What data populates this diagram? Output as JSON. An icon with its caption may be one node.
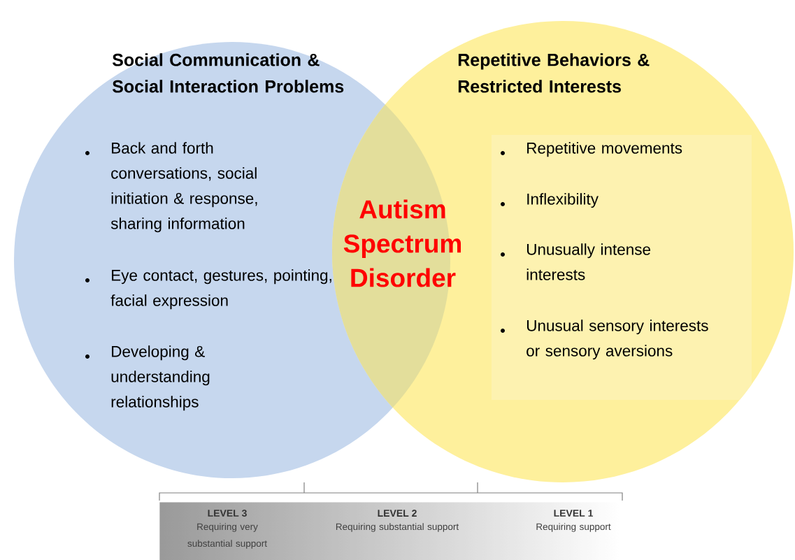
{
  "diagram": {
    "nodes": [
      {
        "text": [
          "Social Communication & Social Interaction Problems",
          "Back and forth conversations, social initiation & response, sharing information",
          "Eye contact, gestures, pointing, facial expression",
          "Developing & understanding relationships"
        ]
      },
      {
        "text": [
          "Repetitive Behaviors & Restricted Interests",
          "Repetitive movements",
          "Inflexibility",
          "Unusually intense interests",
          "Unusual sensory interests or sensory aversions"
        ]
      },
      {
        "text": [
          "LEVEL 3",
          "Requiring very substantial support",
          "LEVEL 2",
          "Requiring substantial support",
          "LEVEL 1",
          "Requiring support"
        ]
      }
    ],
    "edges": [],
    "labels": [
      "Autism Spectrum Disorder"
    ]
  }
}
